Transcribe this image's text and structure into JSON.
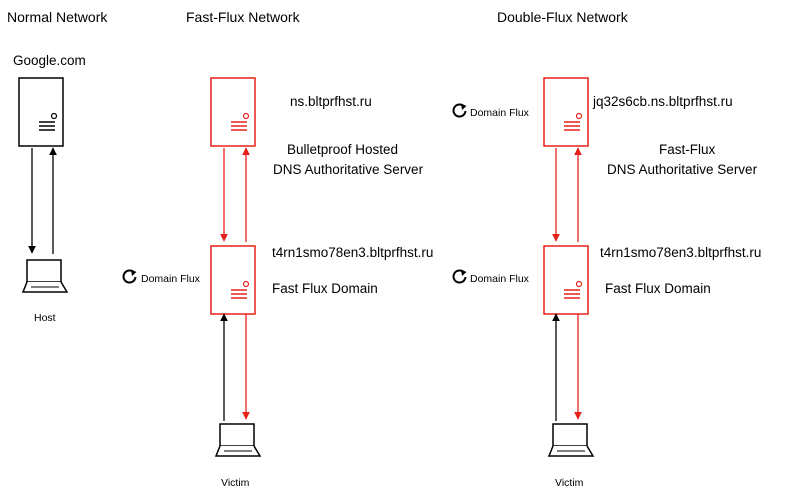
{
  "colors": {
    "black": "#000000",
    "red": "#e8201c"
  },
  "headers": {
    "normal": "Normal Network",
    "fast_flux": "Fast-Flux Network",
    "double_flux": "Double-Flux Network"
  },
  "normal": {
    "server_label": "Google.com",
    "host_label": "Host"
  },
  "fast_flux": {
    "top_server_label": "ns.bltprfhst.ru",
    "top_server_desc_line1": "Bulletproof Hosted",
    "top_server_desc_line2": "DNS Authoritative Server",
    "domain_flux_label": "Domain Flux",
    "bottom_server_label": "t4rn1smo78en3.bltprfhst.ru",
    "bottom_server_desc": "Fast Flux Domain",
    "victim_label": "Victim"
  },
  "double_flux": {
    "top_domain_flux_label": "Domain Flux",
    "top_server_label": "jq32s6cb.ns.bltprfhst.ru",
    "top_server_desc_line1": "Fast-Flux",
    "top_server_desc_line2": "DNS Authoritative Server",
    "bottom_domain_flux_label": "Domain Flux",
    "bottom_server_label": "t4rn1smo78en3.bltprfhst.ru",
    "bottom_server_desc": "Fast Flux Domain",
    "victim_label": "Victim"
  },
  "icons": {
    "server": "server-icon",
    "laptop": "laptop-icon",
    "refresh": "refresh-icon"
  }
}
